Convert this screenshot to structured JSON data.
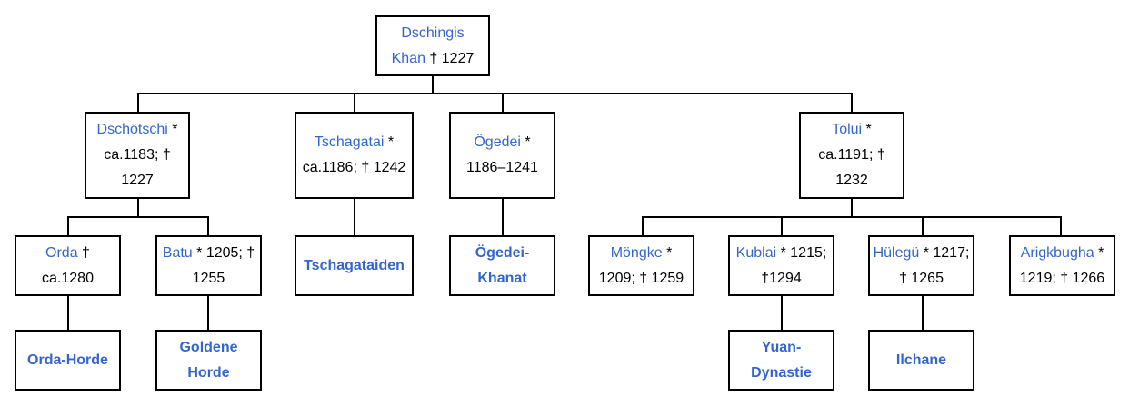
{
  "link_color": "#3366cc",
  "persons": {
    "dschingis": {
      "name": "Dschingis Khan",
      "dates": " † 1227"
    },
    "dschoetschi": {
      "name": "Dschötschi",
      "dates": " * ca.1183; † 1227"
    },
    "tschagatai": {
      "name": "Tschagatai",
      "dates": " * ca.1186; † 1242"
    },
    "oegedei": {
      "name": "Ögedei",
      "dates": " * 1186–1241"
    },
    "tolui": {
      "name": "Tolui",
      "dates": " * ca.1191; † 1232"
    },
    "orda": {
      "name": "Orda",
      "dates": " † ca.1280"
    },
    "batu": {
      "name": "Batu",
      "dates": " * 1205; † 1255"
    },
    "moengke": {
      "name": "Möngke",
      "dates": " * 1209; † 1259"
    },
    "kublai": {
      "name": "Kublai",
      "dates": " * 1215; †1294"
    },
    "huelegue": {
      "name": "Hülegü",
      "dates": " * 1217; † 1265"
    },
    "arigkbugha": {
      "name": "Arigkbugha",
      "dates": " * 1219; † 1266"
    }
  },
  "dynasties": {
    "tschagataiden": "Tschagataiden",
    "oegedei_khanat": "Ögedei-Khanat",
    "orda_horde": "Orda-Horde",
    "goldene_horde": "Goldene Horde",
    "yuan": "Yuan-Dynastie",
    "ilchane": "Ilchane"
  }
}
